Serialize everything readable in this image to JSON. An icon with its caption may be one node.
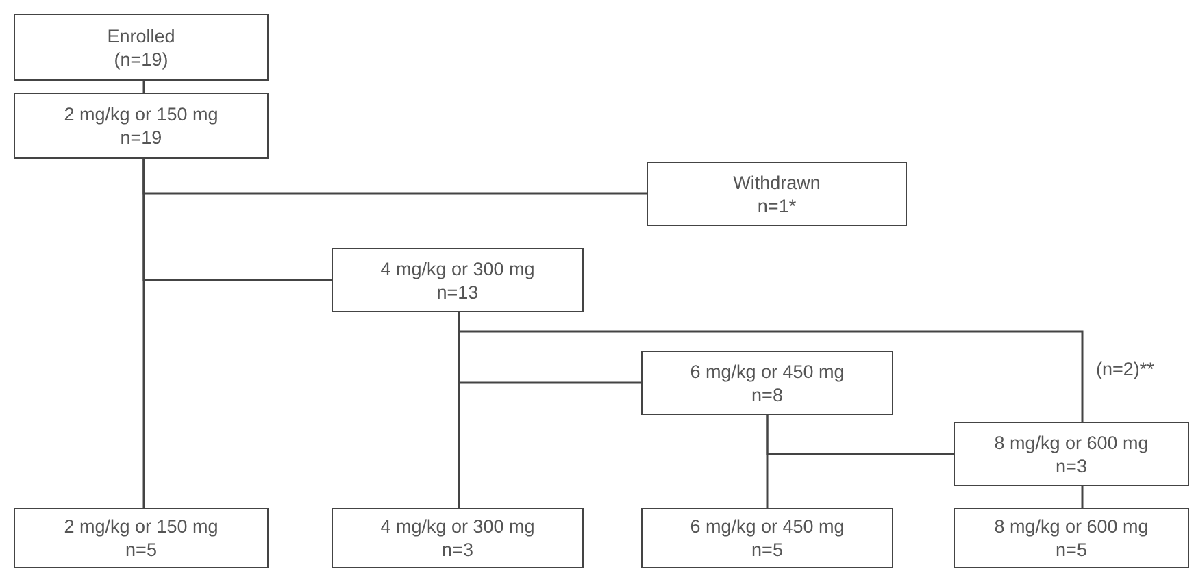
{
  "diagram": {
    "nodes": [
      {
        "text": [
          "Enrolled",
          "(n=19)"
        ]
      },
      {
        "text": [
          "2 mg/kg or 150 mg",
          "n=19"
        ]
      },
      {
        "text": [
          "Withdrawn",
          "n=1*"
        ]
      },
      {
        "text": [
          "4 mg/kg or 300 mg",
          "n=13"
        ]
      },
      {
        "text": [
          "6 mg/kg or 450 mg",
          "n=8"
        ]
      },
      {
        "text": [
          "8 mg/kg or 600 mg",
          "n=3"
        ]
      },
      {
        "text": [
          "2 mg/kg or 150 mg",
          "n=5"
        ]
      },
      {
        "text": [
          "4 mg/kg or 300 mg",
          "n=3"
        ]
      },
      {
        "text": [
          "6 mg/kg or 450 mg",
          "n=5"
        ]
      },
      {
        "text": [
          "8 mg/kg or 600 mg",
          "n=5"
        ]
      }
    ],
    "edges": [
      {
        "from": 0,
        "to": 1,
        "arrow": "none"
      },
      {
        "from": 1,
        "to": 2,
        "arrow": "none"
      },
      {
        "from": 1,
        "to": 3,
        "arrow": "none"
      },
      {
        "from": 1,
        "to": 6,
        "arrow": "none"
      },
      {
        "from": 3,
        "to": 5,
        "arrow": "none",
        "label": "(n=2)**"
      },
      {
        "from": 3,
        "to": 4,
        "arrow": "none"
      },
      {
        "from": 3,
        "to": 7,
        "arrow": "none"
      },
      {
        "from": 4,
        "to": 5,
        "arrow": "none"
      },
      {
        "from": 4,
        "to": 8,
        "arrow": "none"
      },
      {
        "from": 5,
        "to": 9,
        "arrow": "none"
      }
    ]
  }
}
